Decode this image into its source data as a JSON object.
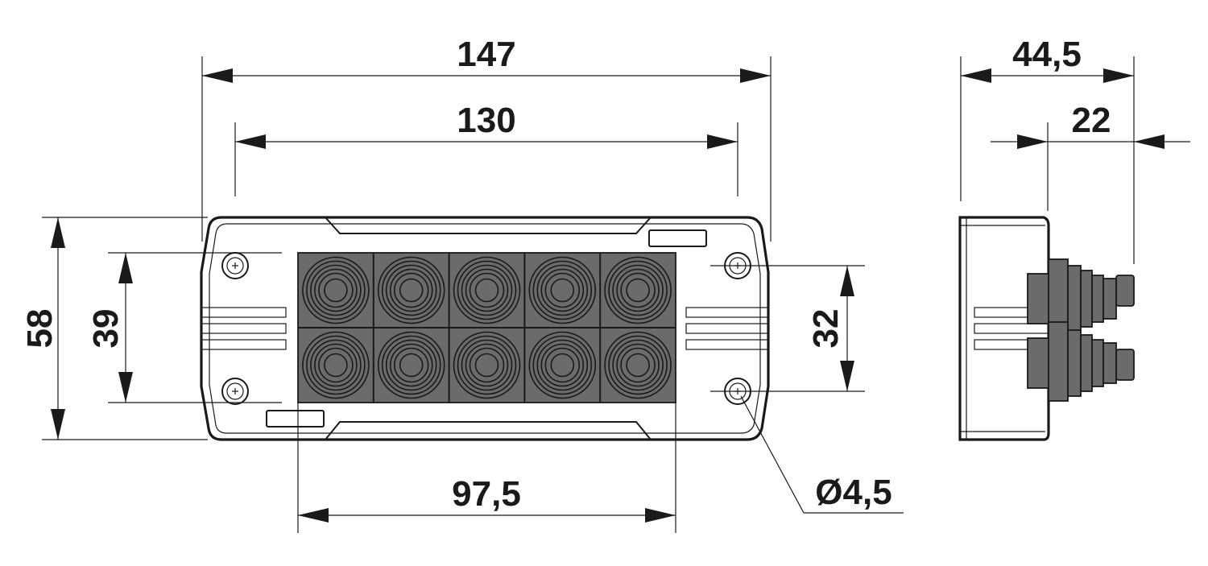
{
  "dimensions": {
    "overall_width": "147",
    "hole_spacing_width": "130",
    "overall_depth": "44,5",
    "connector_depth": "22",
    "overall_height": "58",
    "hole_spacing_height": "39",
    "insert_height": "32",
    "insert_width": "97,5",
    "hole_diameter": "Ø4,5"
  },
  "colors": {
    "line": "#1a1a1a",
    "insert_fill": "#6b6b6b",
    "background": "#ffffff"
  }
}
